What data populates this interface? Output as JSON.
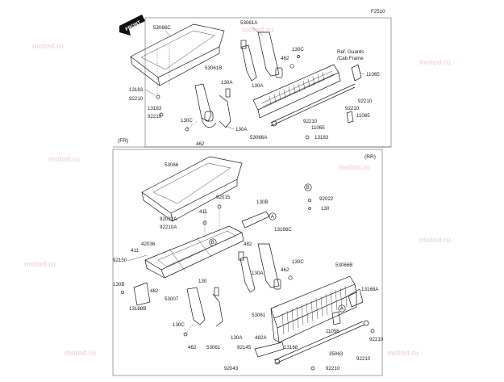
{
  "diagram": {
    "code": "F2510",
    "front_label": "FRONT",
    "section_top_tag": "(FR)",
    "section_bottom_tag": "(RR)",
    "reference_note": [
      "Ref. Guards",
      "/Cab Frame"
    ],
    "watermark": "motod.ru",
    "callouts": {
      "a": "A",
      "b": "B"
    },
    "labels": {
      "p53066C": "53066C",
      "p13183a": "13183",
      "p92210a": "92210",
      "p13183b": "13183",
      "p92210b": "92210",
      "p130Ca": "130C",
      "p462a": "462",
      "p53061B": "53061B",
      "p130Aa": "130A",
      "p130Ab": "130A",
      "p53061A": "53061A",
      "p462b": "462",
      "p130Cb": "130C",
      "p11065a": "11065",
      "p92210c": "92210",
      "p92210d": "92210",
      "p11065b": "11065",
      "p92210e": "92210",
      "p11065c": "11065",
      "p53066A": "53066A",
      "p13183c": "13183",
      "p53066": "53066",
      "p92015": "92015",
      "p130B": "130B",
      "p92022": "92022",
      "p130b2": "130",
      "p411a": "411",
      "p92022A": "92022A",
      "p92210A": "92210A",
      "p13168C": "13168C",
      "p482a": "482",
      "p42036": "42036",
      "p411b": "411",
      "p92150": "92150",
      "p130Ac": "130A",
      "p462c": "462",
      "p130Cc": "130C",
      "p53066B": "53066B",
      "p130Bb": "130B",
      "p482b": "482",
      "p130c": "130",
      "p53007": "53007",
      "p13168A": "13168A",
      "p13168B": "13168B",
      "p53061": "53061",
      "p11056": "11056",
      "p92210f": "92210",
      "p130Cd": "130C",
      "p462d": "462",
      "p53061b": "53061",
      "p130Ad": "130A",
      "p482A": "482A",
      "p92145": "92145",
      "p13168": "13168",
      "p35063": "35063",
      "p92210g": "92210",
      "p92043": "92043",
      "p92210h": "92210"
    }
  }
}
